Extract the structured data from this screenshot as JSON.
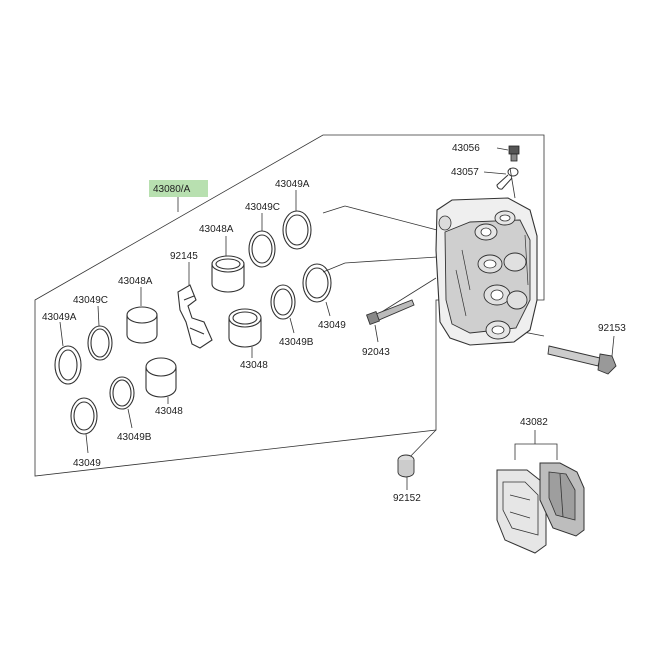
{
  "title": "",
  "highlight_color": "#b8e0b0",
  "labels": {
    "l43080A": "43080/A",
    "l43049A_top": "43049A",
    "l43049C_top": "43049C",
    "l43048A_top": "43048A",
    "l92145": "92145",
    "l43048A_left": "43048A",
    "l43049C_left": "43049C",
    "l43049A_left": "43049A",
    "l43049_right": "43049",
    "l43049B_right": "43049B",
    "l43048_right": "43048",
    "l43048_left": "43048",
    "l43049B_left": "43049B",
    "l43049_left": "43049",
    "l43056": "43056",
    "l43057": "43057",
    "l92043": "92043",
    "l92153": "92153",
    "l43082": "43082",
    "l92152": "92152"
  }
}
